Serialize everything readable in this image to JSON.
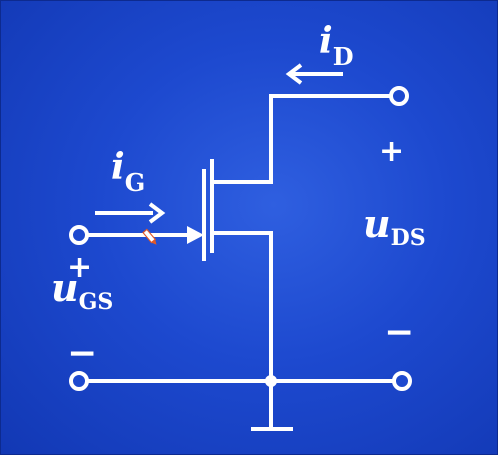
{
  "colors": {
    "background": "#1d49cf",
    "stroke": "#ffffff",
    "cursor": "#e05a2a"
  },
  "labels": {
    "i_d": {
      "main": "i",
      "sub": "D"
    },
    "i_g": {
      "main": "i",
      "sub": "G"
    },
    "u_ds": {
      "main": "u",
      "sub": "DS"
    },
    "u_gs": {
      "main": "u",
      "sub": "GS"
    }
  },
  "signs": {
    "ds_plus": "+",
    "ds_minus": "−",
    "gs_plus": "+",
    "gs_minus": "−"
  }
}
